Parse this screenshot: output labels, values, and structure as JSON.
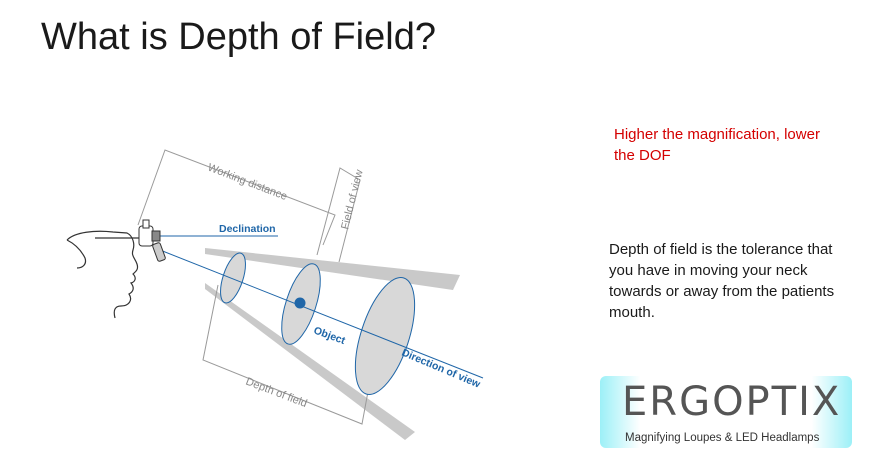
{
  "slide": {
    "title": "What is Depth of Field?"
  },
  "diagram": {
    "labels": {
      "working_distance": "Working distance",
      "declination": "Declination",
      "field_of_view": "Field of view",
      "object": "Object",
      "direction_of_view": "Direction of view",
      "depth_of_field": "Depth of field"
    },
    "colors": {
      "accent_blue": "#1f66a8",
      "fill_grey": "#d8d8d8",
      "line_grey": "#9a9a9a"
    }
  },
  "notes": {
    "magnification": "Higher the magnification, lower the DOF",
    "definition": "Depth of field is the tolerance that you have in moving your neck towards or away from the patients mouth."
  },
  "logo": {
    "wordmark": "ERGOPTIX",
    "tagline": "Magnifying Loupes & LED Headlamps",
    "accent_color": "#9cf0f7"
  }
}
